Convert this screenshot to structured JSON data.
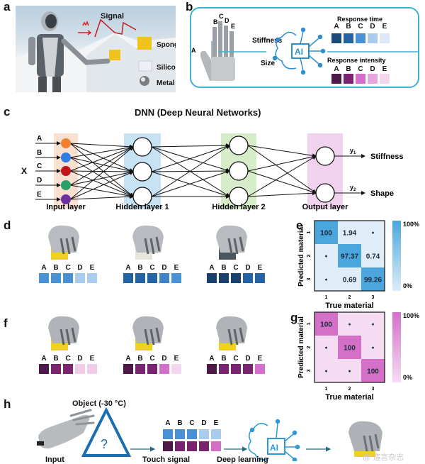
{
  "panels": {
    "a": {
      "letter": "a",
      "signal_label": "Signal",
      "materials": [
        "Sponge",
        "Silicone",
        "Metal"
      ]
    },
    "b": {
      "letter": "b",
      "finger_labels": [
        "A",
        "B",
        "C",
        "D",
        "E"
      ],
      "properties": [
        "Stiffness",
        "Size"
      ],
      "ai_label": "AI",
      "response_time": {
        "title": "Response time",
        "labels": [
          "A",
          "B",
          "C",
          "D",
          "E"
        ],
        "colors": [
          "#1b4a7a",
          "#2463a3",
          "#4a90d4",
          "#a9cbed",
          "#dde9f6"
        ]
      },
      "response_intensity": {
        "title": "Response intensity",
        "labels": [
          "A",
          "B",
          "C",
          "D",
          "E"
        ],
        "colors": [
          "#4d1848",
          "#7a2370",
          "#d46ec8",
          "#e5a6de",
          "#f3d7ef"
        ]
      }
    },
    "c": {
      "letter": "c",
      "title": "DNN (Deep Neural Networks)",
      "input_var": "X",
      "inputs": [
        "A",
        "B",
        "C",
        "D",
        "E"
      ],
      "input_colors": [
        "#f07f2e",
        "#2f7de1",
        "#c2141b",
        "#25a067",
        "#6b2fa0"
      ],
      "layers": [
        "Input layer",
        "Hidden layer 1",
        "Hidden layer 2",
        "Output layer"
      ],
      "outputs": [
        {
          "var": "y",
          "sub": "1",
          "label": "Stiffness"
        },
        {
          "var": "y",
          "sub": "2",
          "label": "Shape"
        }
      ]
    },
    "d": {
      "letter": "d",
      "labels": [
        "A",
        "B",
        "C",
        "D",
        "E"
      ],
      "groups": [
        {
          "object": "sponge",
          "colors": [
            "#4a90d4",
            "#4a90d4",
            "#4a90d4",
            "#a9cbed",
            "#a9cbed"
          ]
        },
        {
          "object": "silicone",
          "colors": [
            "#2463a3",
            "#2463a3",
            "#2463a3",
            "#3f82c8",
            "#4a90d4"
          ]
        },
        {
          "object": "metal",
          "colors": [
            "#17406b",
            "#17406b",
            "#17406b",
            "#2463a3",
            "#2463a3"
          ]
        }
      ]
    },
    "e": {
      "letter": "e",
      "xlabel": "True material",
      "ylabel": "Predicted material",
      "ticks": [
        "1",
        "2",
        "3"
      ],
      "matrix": [
        [
          "100",
          "1.94",
          "•"
        ],
        [
          "•",
          "97.37",
          "0.74"
        ],
        [
          "•",
          "0.69",
          "99.26"
        ]
      ],
      "colorbar": [
        "100%",
        "0%"
      ],
      "high_color": "#4aa6dd",
      "low_color": "#deedf8"
    },
    "f": {
      "letter": "f",
      "labels": [
        "A",
        "B",
        "C",
        "D",
        "E"
      ],
      "groups": [
        {
          "colors": [
            "#4d1848",
            "#7a2370",
            "#7a2370",
            "#f0cbea",
            "#f0cbea"
          ]
        },
        {
          "colors": [
            "#4d1848",
            "#7a2370",
            "#7a2370",
            "#d46ec8",
            "#f3d7ef"
          ]
        },
        {
          "colors": [
            "#4d1848",
            "#7a2370",
            "#7a2370",
            "#7a2370",
            "#d46ec8"
          ]
        }
      ]
    },
    "g": {
      "letter": "g",
      "xlabel": "True material",
      "ylabel": "Predicted material",
      "ticks": [
        "1",
        "2",
        "3"
      ],
      "matrix": [
        [
          "100",
          "•",
          "•"
        ],
        [
          "•",
          "100",
          "•"
        ],
        [
          "•",
          "•",
          "100"
        ]
      ],
      "colorbar": [
        "100%",
        "0%"
      ],
      "high_color": "#d470c8",
      "low_color": "#f6dcf2"
    },
    "h": {
      "letter": "h",
      "object_label": "Object (-30 °C)",
      "question_mark": "?",
      "labels": [
        "A",
        "B",
        "C",
        "D",
        "E"
      ],
      "top_colors": [
        "#4a90d4",
        "#4a90d4",
        "#4a90d4",
        "#a9cbed",
        "#a9cbed"
      ],
      "bottom_colors": [
        "#4d1848",
        "#7a2370",
        "#7a2370",
        "#7a2370",
        "#d46ec8"
      ],
      "ai_label": "AI",
      "captions": [
        "Input",
        "Touch signal",
        "Deep learning"
      ],
      "watermark": "@ 造言杂志"
    }
  }
}
